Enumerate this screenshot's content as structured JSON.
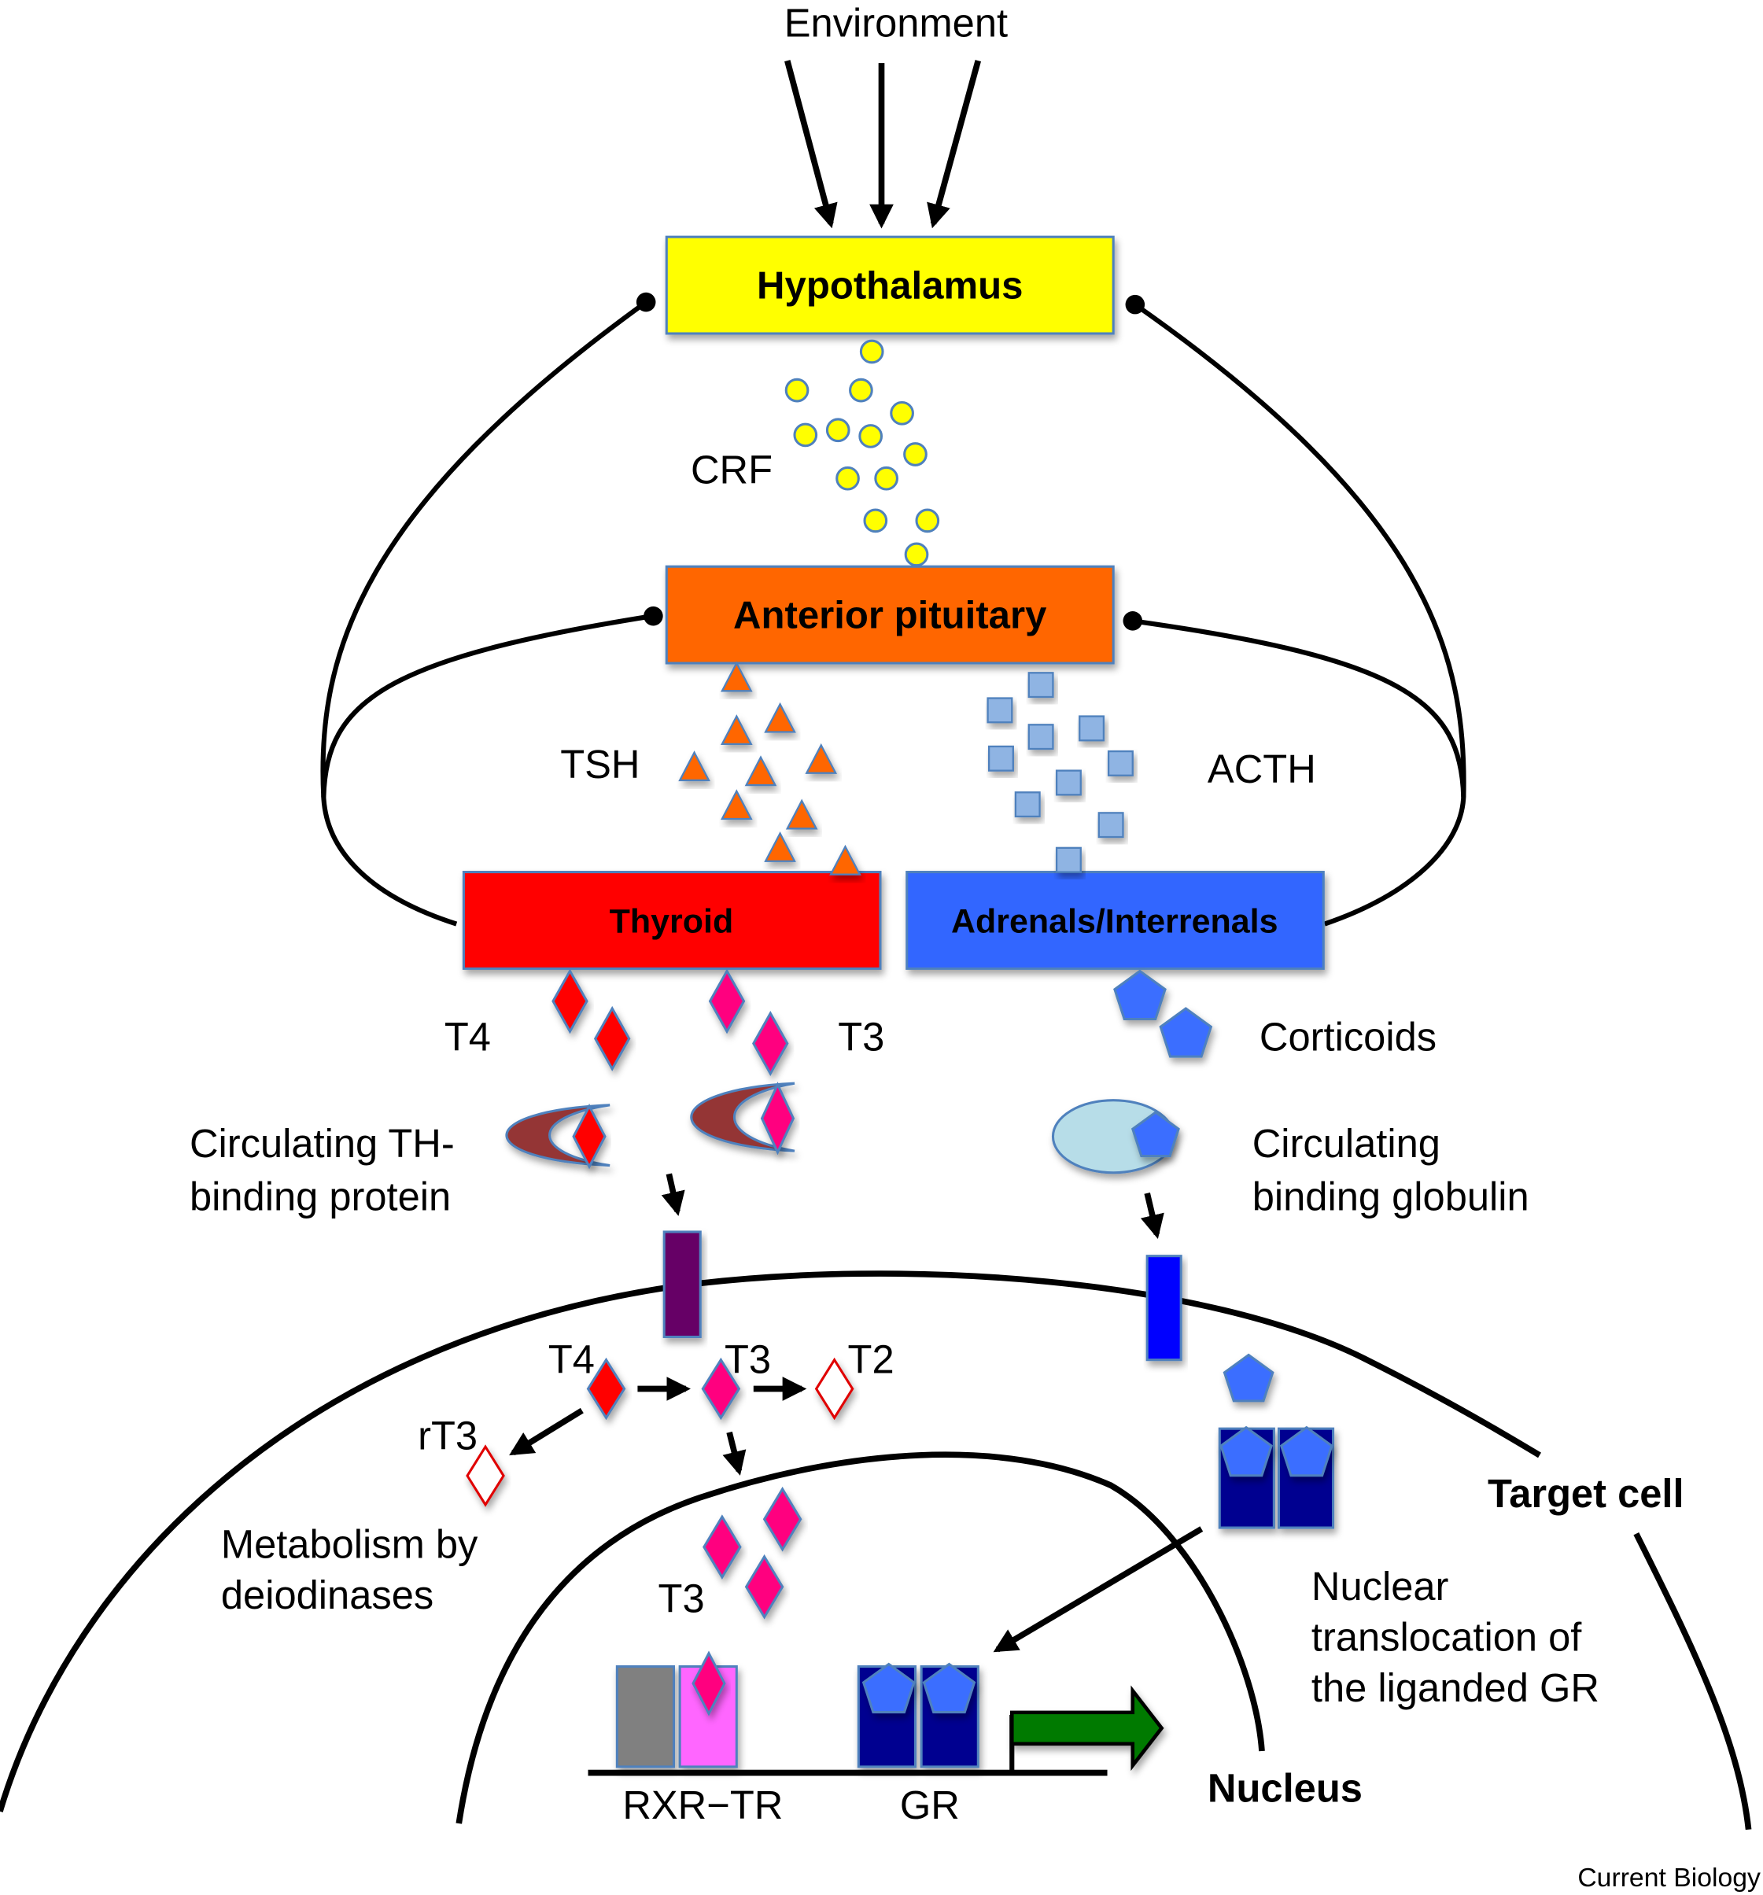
{
  "figure": {
    "source_credit": "Current Biology",
    "environment_label": "Environment",
    "boxes": {
      "hypothalamus": {
        "label": "Hypothalamus",
        "color": "#FFFF00"
      },
      "anterior_pituitary": {
        "label": "Anterior pituitary",
        "color": "#FF6600"
      },
      "thyroid": {
        "label": "Thyroid",
        "color": "#FF0000"
      },
      "adrenals": {
        "label": "Adrenals/Interrenals",
        "color": "#3366FF"
      }
    },
    "hormones": {
      "crf": {
        "label": "CRF",
        "color": "#FFFF00"
      },
      "tsh": {
        "label": "TSH",
        "color": "#FF6600"
      },
      "acth": {
        "label": "ACTH",
        "color": "#8FB4E3"
      },
      "t4": {
        "label": "T4",
        "color": "#FF0000"
      },
      "t3": {
        "label": "T3",
        "color": "#FF007F"
      },
      "corticoids": {
        "label": "Corticoids",
        "color": "#3A6EFF"
      }
    },
    "binding": {
      "th_binding_protein": [
        "Circulating TH-",
        "binding protein"
      ],
      "binding_globulin": [
        "Circulating",
        "binding globulin"
      ]
    },
    "intracellular": {
      "t4": "T4",
      "t3": "T3",
      "t2": "T2",
      "rt3": "rT3",
      "metabolism": [
        "Metabolism by",
        "deiodinases"
      ],
      "nuclear_t3": "T3",
      "translocation": [
        "Nuclear",
        "translocation of",
        "the liganded GR"
      ]
    },
    "labels": {
      "target_cell": "Target cell",
      "nucleus": "Nucleus",
      "rxr_tr": "RXR−TR",
      "gr": "GR"
    },
    "colors": {
      "transporter_th": "#660066",
      "transporter_gc": "#0000FF",
      "binding_protein": "#943634",
      "globulin": "#B7DDE8",
      "gr_receptor": "#000090",
      "rxr": "#808080",
      "tr": "#FF66FF",
      "transcription_arrow": "#007A00",
      "outline": "#4F81BD"
    }
  }
}
